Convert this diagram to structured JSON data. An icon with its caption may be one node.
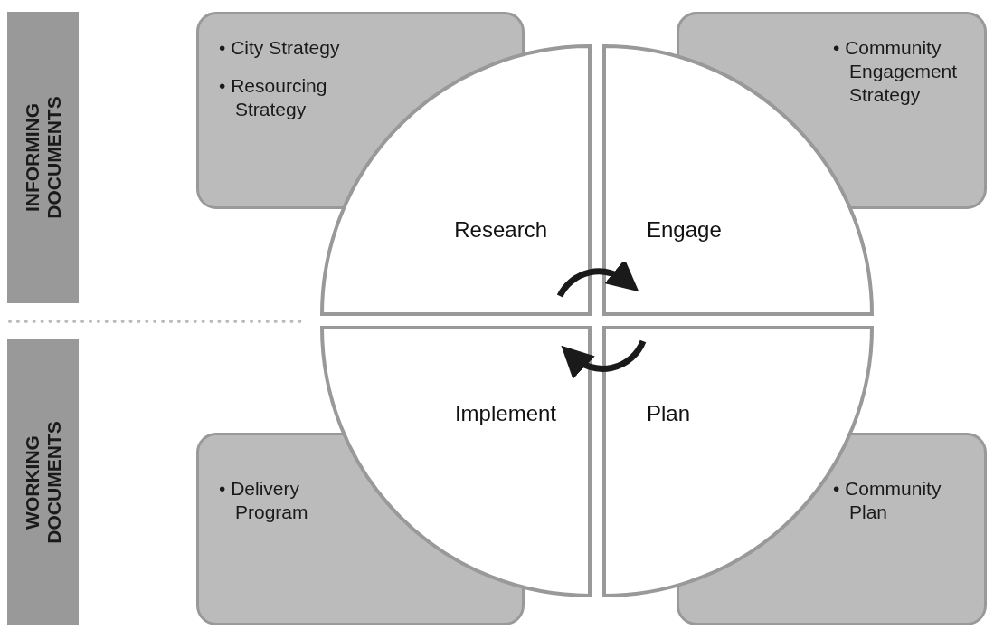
{
  "diagram": {
    "nodes": [
      {
        "text": [
          "INFORMING DOCUMENTS"
        ]
      },
      {
        "text": [
          "WORKING DOCUMENTS"
        ]
      },
      {
        "text": [
          "• City Strategy",
          "• Resourcing Strategy"
        ]
      },
      {
        "text": [
          "• Community Engagement Strategy"
        ]
      },
      {
        "text": [
          "• Delivery Program"
        ]
      },
      {
        "text": [
          "• Community Plan"
        ]
      },
      {
        "text": [
          "Research"
        ]
      },
      {
        "text": [
          "Engage"
        ]
      },
      {
        "text": [
          "Implement"
        ]
      },
      {
        "text": [
          "Plan"
        ]
      }
    ],
    "edges": [
      {
        "from": 6,
        "to": 7,
        "arrow": "to"
      },
      {
        "from": 9,
        "to": 8,
        "arrow": "to"
      }
    ]
  }
}
